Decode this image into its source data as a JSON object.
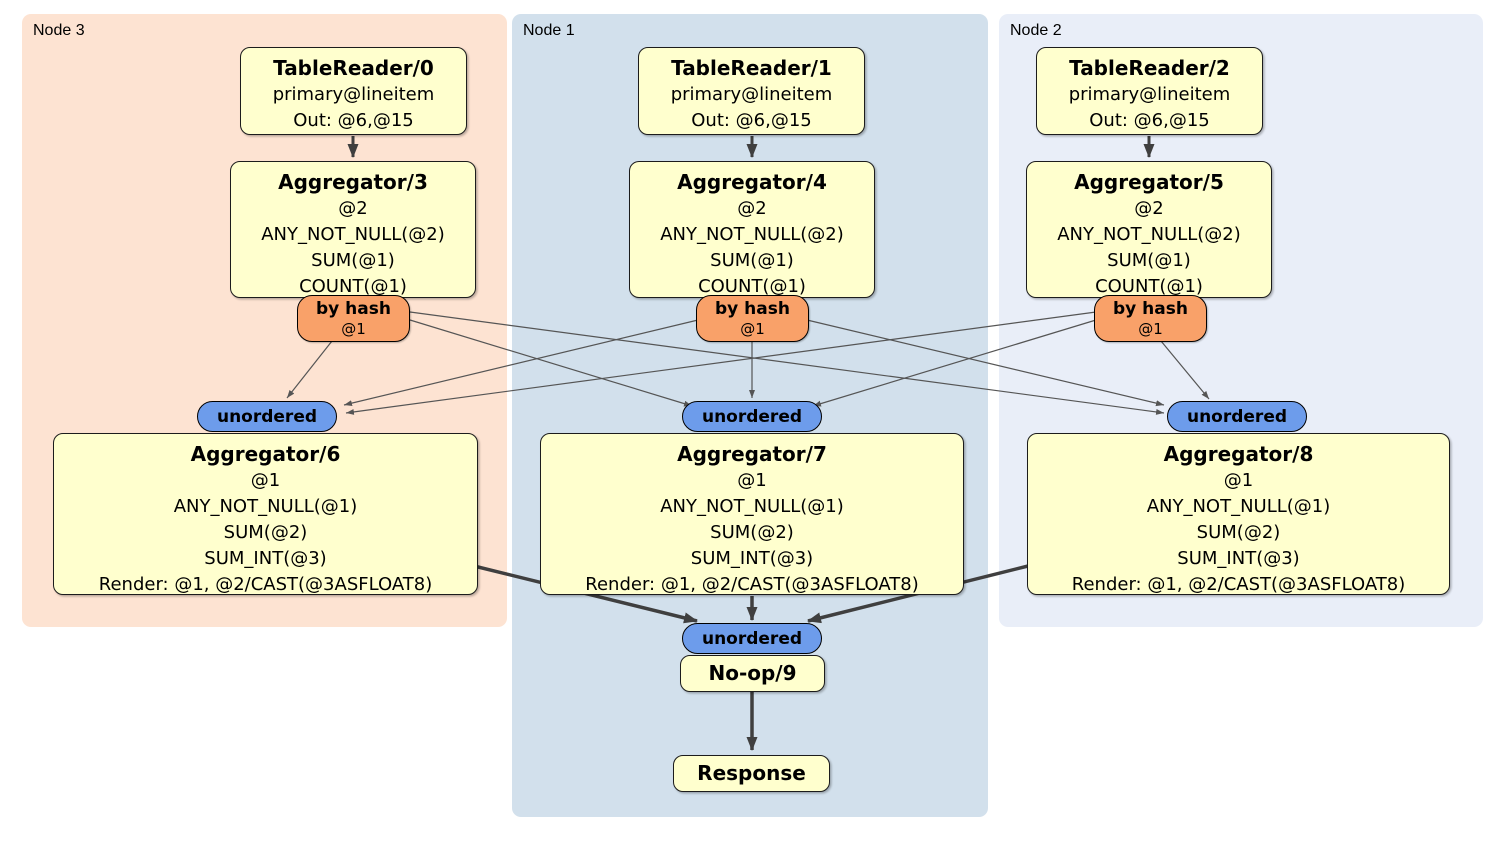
{
  "regions": [
    {
      "label": "Node 3",
      "bg": "#fde3d2"
    },
    {
      "label": "Node 1",
      "bg": "#d2e0ec"
    },
    {
      "label": "Node 2",
      "bg": "#e9eef8"
    }
  ],
  "colors": {
    "processor_box_fill": "#ffffce",
    "router_fill": "#f9a169",
    "stream_fill": "#6d9ceb",
    "edge_thin": "#555555",
    "edge_thick": "#3f3f3f"
  },
  "columns": [
    {
      "tablereader": {
        "title": "TableReader/0",
        "lines": [
          "primary@lineitem",
          "Out: @6,@15"
        ]
      },
      "aggregator_top": {
        "title": "Aggregator/3",
        "lines": [
          "@2",
          "ANY_NOT_NULL(@2)",
          "SUM(@1)",
          "COUNT(@1)"
        ]
      },
      "router": {
        "title": "by hash",
        "detail": "@1"
      },
      "stream": {
        "label": "unordered"
      },
      "aggregator_bottom": {
        "title": "Aggregator/6",
        "lines": [
          "@1",
          "ANY_NOT_NULL(@1)",
          "SUM(@2)",
          "SUM_INT(@3)",
          "Render: @1, @2/CAST(@3ASFLOAT8)"
        ]
      }
    },
    {
      "tablereader": {
        "title": "TableReader/1",
        "lines": [
          "primary@lineitem",
          "Out: @6,@15"
        ]
      },
      "aggregator_top": {
        "title": "Aggregator/4",
        "lines": [
          "@2",
          "ANY_NOT_NULL(@2)",
          "SUM(@1)",
          "COUNT(@1)"
        ]
      },
      "router": {
        "title": "by hash",
        "detail": "@1"
      },
      "stream": {
        "label": "unordered"
      },
      "aggregator_bottom": {
        "title": "Aggregator/7",
        "lines": [
          "@1",
          "ANY_NOT_NULL(@1)",
          "SUM(@2)",
          "SUM_INT(@3)",
          "Render: @1, @2/CAST(@3ASFLOAT8)"
        ]
      }
    },
    {
      "tablereader": {
        "title": "TableReader/2",
        "lines": [
          "primary@lineitem",
          "Out: @6,@15"
        ]
      },
      "aggregator_top": {
        "title": "Aggregator/5",
        "lines": [
          "@2",
          "ANY_NOT_NULL(@2)",
          "SUM(@1)",
          "COUNT(@1)"
        ]
      },
      "router": {
        "title": "by hash",
        "detail": "@1"
      },
      "stream": {
        "label": "unordered"
      },
      "aggregator_bottom": {
        "title": "Aggregator/8",
        "lines": [
          "@1",
          "ANY_NOT_NULL(@1)",
          "SUM(@2)",
          "SUM_INT(@3)",
          "Render: @1, @2/CAST(@3ASFLOAT8)"
        ]
      }
    }
  ],
  "final": {
    "stream": {
      "label": "unordered"
    },
    "noop": {
      "title": "No-op/9"
    },
    "response": {
      "title": "Response"
    }
  }
}
